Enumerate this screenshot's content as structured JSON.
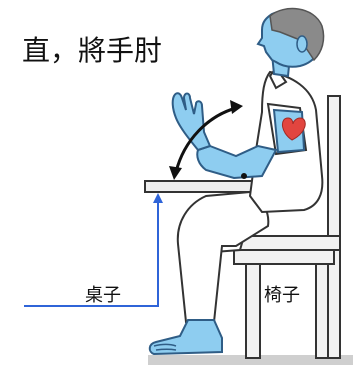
{
  "instruction": {
    "text": "直，將手肘"
  },
  "labels": {
    "table": "桌子",
    "chair": "椅子"
  },
  "colors": {
    "skin": "#8ecdf0",
    "skin_outline": "#2f5d86",
    "hair": "#8a8a8a",
    "heart": "#e2453f",
    "furniture": "#f2f2f2",
    "furniture_outline": "#333333",
    "pointer": "#2f64d8",
    "arrow": "#111111"
  },
  "icons": {
    "heart": "heart-icon",
    "motion_arrow": "curved-double-arrow-icon"
  }
}
